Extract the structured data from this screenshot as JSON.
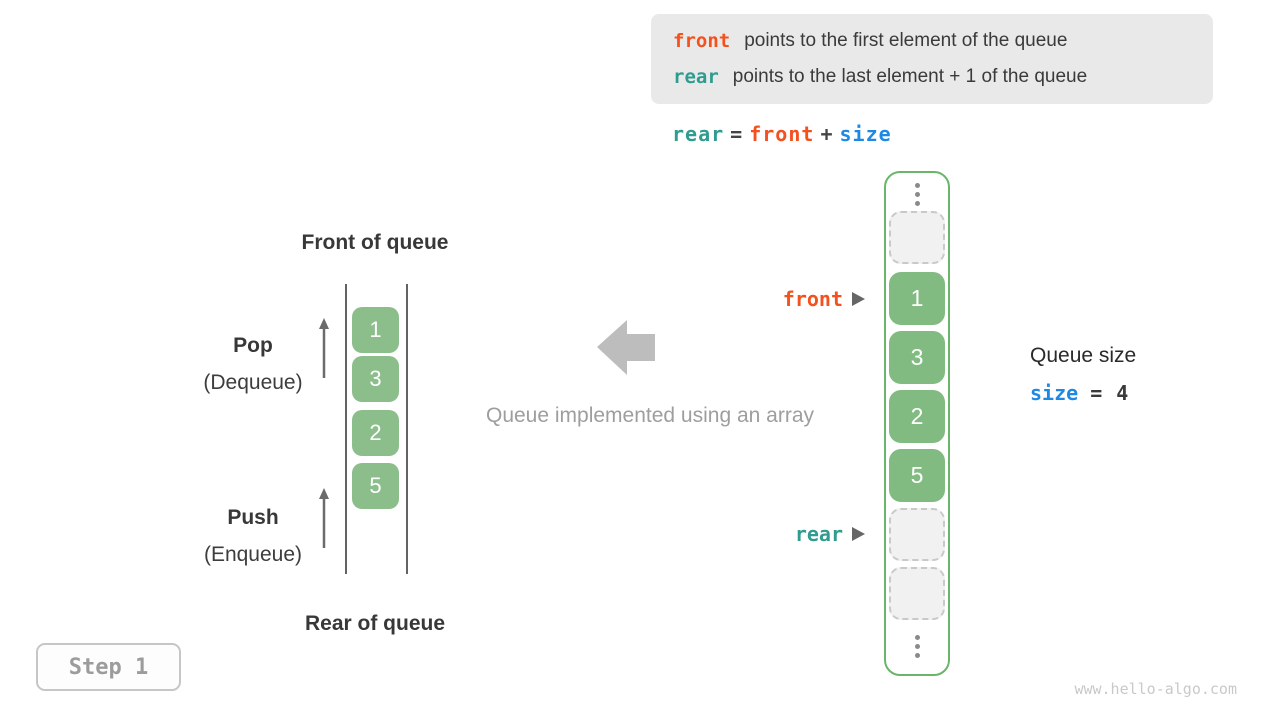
{
  "info_box": {
    "lines": [
      {
        "keyword": "front",
        "text": "points to the first element of the queue"
      },
      {
        "keyword": "rear",
        "text": "points to the last element + 1 of the queue"
      }
    ]
  },
  "formula": {
    "rear": "rear",
    "eq": "=",
    "front": "front",
    "plus": "+",
    "size": "size"
  },
  "left_queue": {
    "top_label": "Front of queue",
    "bottom_label": "Rear of queue",
    "pop_label": "Pop",
    "pop_sublabel": "(Dequeue)",
    "push_label": "Push",
    "push_sublabel": "(Enqueue)",
    "values": [
      "1",
      "3",
      "2",
      "5"
    ]
  },
  "center": {
    "caption": "Queue implemented using an array"
  },
  "array_column": {
    "values": [
      "1",
      "3",
      "2",
      "5"
    ],
    "front_pointer": "front",
    "rear_pointer": "rear"
  },
  "queue_size": {
    "label": "Queue size",
    "var": "size",
    "rest": "= 4"
  },
  "step_badge": "Step 1",
  "watermark": "www.hello-algo.com",
  "colors": {
    "front_accent": "#f4511e",
    "rear_accent": "#2f9c8f",
    "size_accent": "#1e88e5",
    "cell_green": "#82bb82",
    "column_border_green": "#69b569",
    "info_box_bg": "#e9e9e9",
    "muted_gray": "#9e9e9e"
  }
}
